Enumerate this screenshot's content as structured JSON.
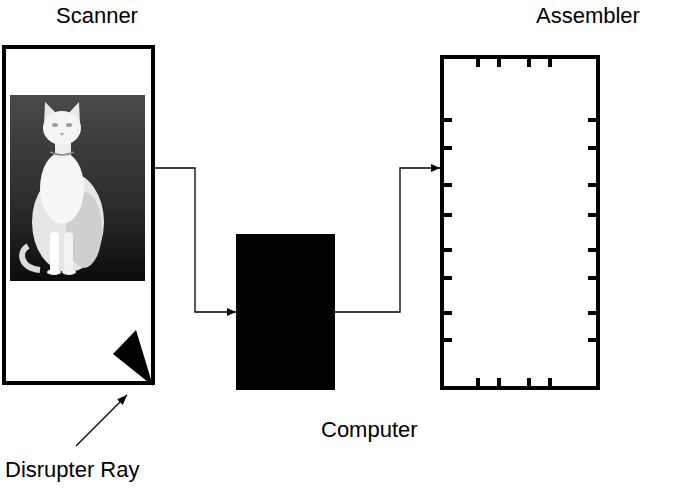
{
  "diagram": {
    "nodes": [
      {
        "text": [
          "Scanner"
        ]
      },
      {
        "text": [
          "Computer"
        ]
      },
      {
        "text": [
          "Assembler"
        ]
      }
    ],
    "edges": [
      {
        "from": 0,
        "to": 1,
        "arrow": "to"
      },
      {
        "from": 1,
        "to": 2,
        "arrow": "to"
      }
    ],
    "labels": [
      "Disrupter Ray"
    ]
  }
}
